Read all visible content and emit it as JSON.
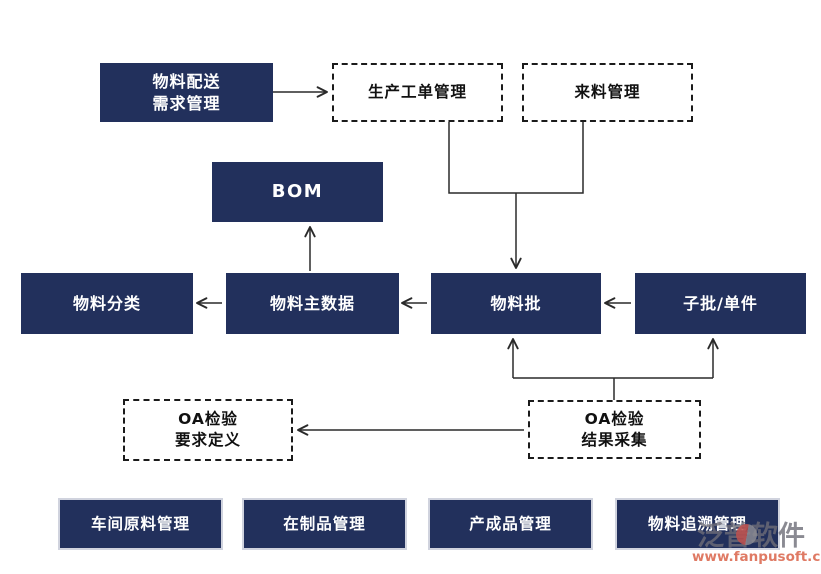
{
  "palette": {
    "node_fill": "#22305c",
    "node_text": "#ffffff",
    "dashed_border": "#1b1b1b",
    "arrow_color": "#2a2a2a",
    "bottom_row_border": "#d0d3de",
    "watermark_logo_color": "#6d6d78",
    "watermark_url_color": "#df7a64"
  },
  "nodes": {
    "delivery": "物料配送\n需求管理",
    "work_order": "生产工单管理",
    "incoming": "来料管理",
    "bom": "BOM",
    "classification": "物料分类",
    "master_data": "物料主数据",
    "batch": "物料批",
    "sub_batch": "子批/单件",
    "qa_requirement": "OA检验\n要求定义",
    "qa_collection": "OA检验\n结果采集",
    "workshop_material": "车间原料管理",
    "wip": "在制品管理",
    "finished_goods": "产成品管理",
    "traceability": "物料追溯管理"
  },
  "watermark": {
    "logo_text": "泛普软件",
    "url": "www.fanpusoft.com"
  }
}
